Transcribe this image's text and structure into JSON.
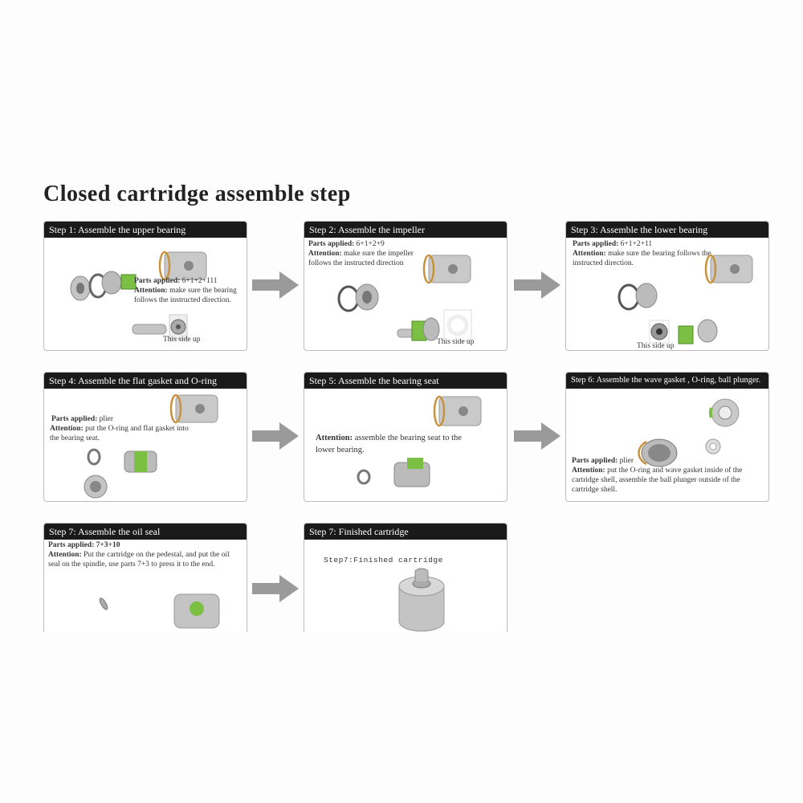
{
  "title": "Closed cartridge assemble step",
  "labels": {
    "parts_applied": "Parts applied:",
    "attention": "Attention:",
    "this_side_up": "This side up"
  },
  "steps": [
    {
      "header": "Step 1: Assemble the upper bearing",
      "parts": "6+1+2+111",
      "attention": "make sure the bearing follows the instructed direction."
    },
    {
      "header": "Step 2: Assemble the impeller",
      "parts": "6+1+2+9",
      "attention": "make sure the impeller follows the instructed direction"
    },
    {
      "header": "Step 3: Assemble the lower bearing",
      "parts": "6+1+2+11",
      "attention": "make sure the bearing follows the instructed direction."
    },
    {
      "header": "Step 4: Assemble the flat gasket and O-ring",
      "parts": "plier",
      "attention": "put the O-ring and flat gasket into the bearing seat."
    },
    {
      "header": "Step 5: Assemble the bearing seat",
      "parts": "",
      "attention": "assemble the bearing seat to the lower bearing."
    },
    {
      "header": "Step 6: Assemble the wave gasket , O-ring, ball plunger.",
      "parts": "plier",
      "attention": "put the O-ring and wave gasket inside of the cartridge shell, assemble the ball plunger outside of the cartridge shell."
    },
    {
      "header": "Step 7: Assemble the oil seal",
      "parts": "7+3+10",
      "attention": "Put the cartridge on the pedestal, and put the oil seal on the spindle, use parts 7+3 to press it to the end."
    },
    {
      "header": "Step 7: Finished cartridge",
      "parts": "",
      "attention": "",
      "inner_caption": "Step7:Finished cartridge"
    }
  ],
  "colors": {
    "accent_green": "#7bc043",
    "header_bg": "#1a1a1a",
    "arrow": "#9a9a9a",
    "part_metal": "#b8b8b8",
    "oring": "#c8913b"
  }
}
